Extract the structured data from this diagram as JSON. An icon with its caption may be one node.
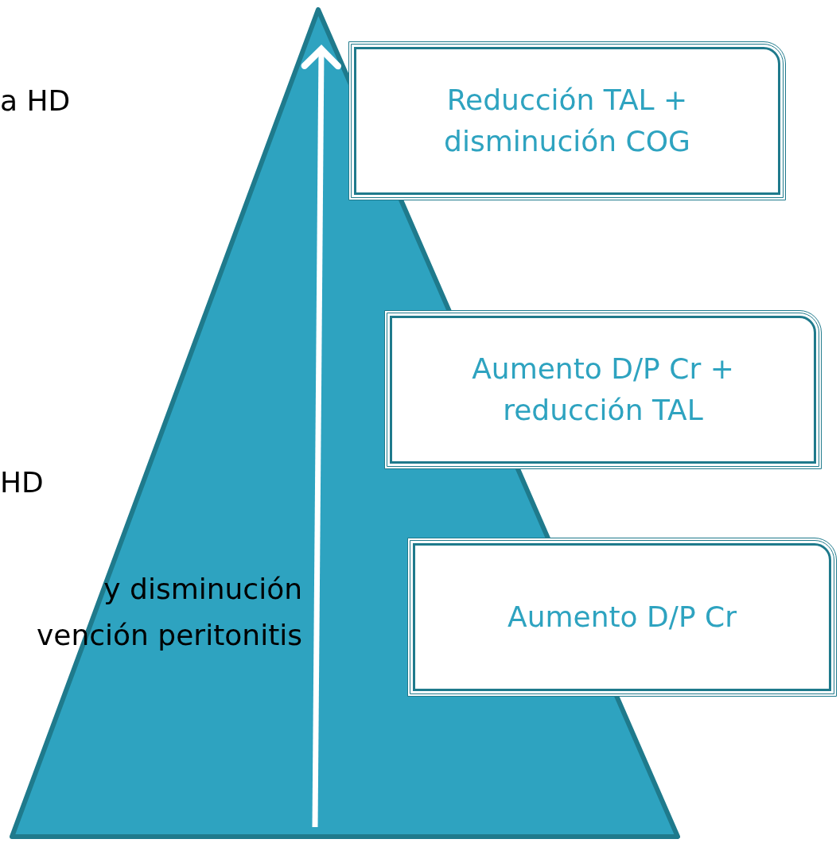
{
  "diagram": {
    "nodes": [
      {
        "text": [
          "Reducción TAL + disminución COG"
        ]
      },
      {
        "text": [
          "Aumento D/P Cr + reducción TAL"
        ]
      },
      {
        "text": [
          "Aumento D/P Cr"
        ]
      }
    ],
    "labels": [
      "a HD",
      "HD",
      "y disminución vención peritonitis"
    ]
  }
}
